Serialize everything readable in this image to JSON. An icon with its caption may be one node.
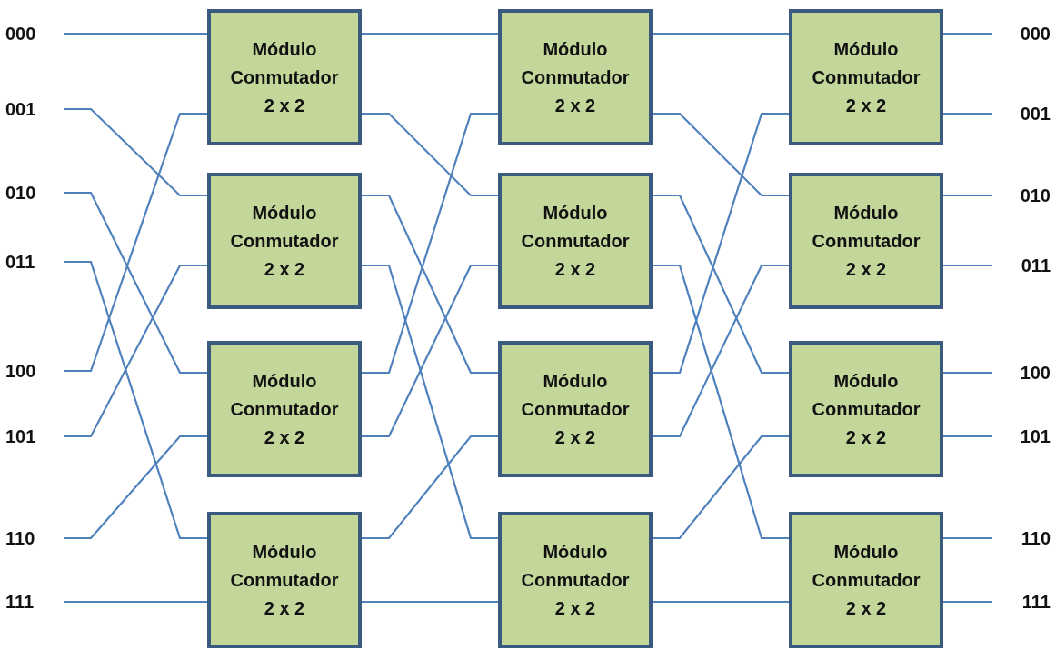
{
  "diagram": {
    "nodes": [
      {
        "text": [
          "000"
        ]
      },
      {
        "text": [
          "001"
        ]
      },
      {
        "text": [
          "010"
        ]
      },
      {
        "text": [
          "011"
        ]
      },
      {
        "text": [
          "100"
        ]
      },
      {
        "text": [
          "101"
        ]
      },
      {
        "text": [
          "110"
        ]
      },
      {
        "text": [
          "111"
        ]
      },
      {
        "text": [
          "Módulo Conmutador 2 x 2"
        ]
      },
      {
        "text": [
          "Módulo Conmutador 2 x 2"
        ]
      },
      {
        "text": [
          "Módulo Conmutador 2 x 2"
        ]
      },
      {
        "text": [
          "Módulo Conmutador 2 x 2"
        ]
      },
      {
        "text": [
          "Módulo Conmutador 2 x 2"
        ]
      },
      {
        "text": [
          "Módulo Conmutador 2 x 2"
        ]
      },
      {
        "text": [
          "Módulo Conmutador 2 x 2"
        ]
      },
      {
        "text": [
          "Módulo Conmutador 2 x 2"
        ]
      },
      {
        "text": [
          "Módulo Conmutador 2 x 2"
        ]
      },
      {
        "text": [
          "Módulo Conmutador 2 x 2"
        ]
      },
      {
        "text": [
          "Módulo Conmutador 2 x 2"
        ]
      },
      {
        "text": [
          "Módulo Conmutador 2 x 2"
        ]
      },
      {
        "text": [
          "000"
        ]
      },
      {
        "text": [
          "001"
        ]
      },
      {
        "text": [
          "010"
        ]
      },
      {
        "text": [
          "011"
        ]
      },
      {
        "text": [
          "100"
        ]
      },
      {
        "text": [
          "101"
        ]
      },
      {
        "text": [
          "110"
        ]
      },
      {
        "text": [
          "111"
        ]
      }
    ],
    "edges": [
      {
        "from": 0,
        "to": 8,
        "arrow": "none"
      },
      {
        "from": 1,
        "to": 9,
        "arrow": "none"
      },
      {
        "from": 2,
        "to": 10,
        "arrow": "none"
      },
      {
        "from": 3,
        "to": 11,
        "arrow": "none"
      },
      {
        "from": 4,
        "to": 8,
        "arrow": "none"
      },
      {
        "from": 5,
        "to": 9,
        "arrow": "none"
      },
      {
        "from": 6,
        "to": 10,
        "arrow": "none"
      },
      {
        "from": 7,
        "to": 11,
        "arrow": "none"
      },
      {
        "from": 8,
        "to": 12,
        "arrow": "none"
      },
      {
        "from": 8,
        "to": 13,
        "arrow": "none"
      },
      {
        "from": 9,
        "to": 14,
        "arrow": "none"
      },
      {
        "from": 9,
        "to": 15,
        "arrow": "none"
      },
      {
        "from": 10,
        "to": 12,
        "arrow": "none"
      },
      {
        "from": 10,
        "to": 13,
        "arrow": "none"
      },
      {
        "from": 11,
        "to": 14,
        "arrow": "none"
      },
      {
        "from": 11,
        "to": 15,
        "arrow": "none"
      },
      {
        "from": 12,
        "to": 16,
        "arrow": "none"
      },
      {
        "from": 12,
        "to": 17,
        "arrow": "none"
      },
      {
        "from": 13,
        "to": 18,
        "arrow": "none"
      },
      {
        "from": 13,
        "to": 19,
        "arrow": "none"
      },
      {
        "from": 14,
        "to": 16,
        "arrow": "none"
      },
      {
        "from": 14,
        "to": 17,
        "arrow": "none"
      },
      {
        "from": 15,
        "to": 18,
        "arrow": "none"
      },
      {
        "from": 15,
        "to": 19,
        "arrow": "none"
      },
      {
        "from": 16,
        "to": 20,
        "arrow": "none"
      },
      {
        "from": 16,
        "to": 21,
        "arrow": "none"
      },
      {
        "from": 17,
        "to": 22,
        "arrow": "none"
      },
      {
        "from": 17,
        "to": 23,
        "arrow": "none"
      },
      {
        "from": 18,
        "to": 24,
        "arrow": "none"
      },
      {
        "from": 18,
        "to": 25,
        "arrow": "none"
      },
      {
        "from": 19,
        "to": 26,
        "arrow": "none"
      },
      {
        "from": 19,
        "to": 27,
        "arrow": "none"
      }
    ]
  }
}
